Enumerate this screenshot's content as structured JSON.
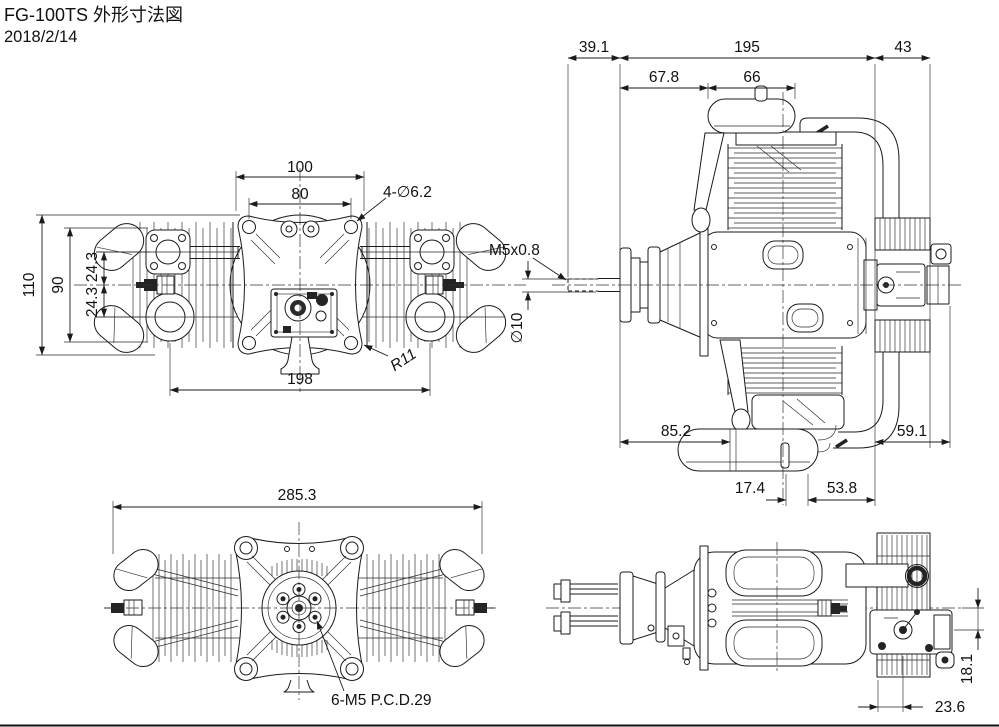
{
  "title": "FG-100TS 外形寸法図",
  "date": "2018/2/14",
  "colors": {
    "line": "#1b1b1b",
    "background": "#ffffff",
    "dark_fill": "#242424"
  },
  "front": {
    "d100": "100",
    "d80": "80",
    "holes": "4-∅6.2",
    "d110": "110",
    "d90": "90",
    "d243a": "24.3",
    "d243b": "24.3",
    "d198": "198",
    "r11": "R11"
  },
  "side": {
    "d391": "39.1",
    "d195": "195",
    "d43": "43",
    "d678": "67.8",
    "d66": "66",
    "thread": "M5x0.8",
    "dia10": "∅10",
    "d852": "85.2",
    "d591": "59.1",
    "d174": "17.4",
    "d538": "53.8"
  },
  "rear": {
    "d2853": "285.3",
    "pcd": "6-M5 P.C.D.29"
  },
  "top": {
    "d181": "18.1",
    "d236": "23.6"
  }
}
